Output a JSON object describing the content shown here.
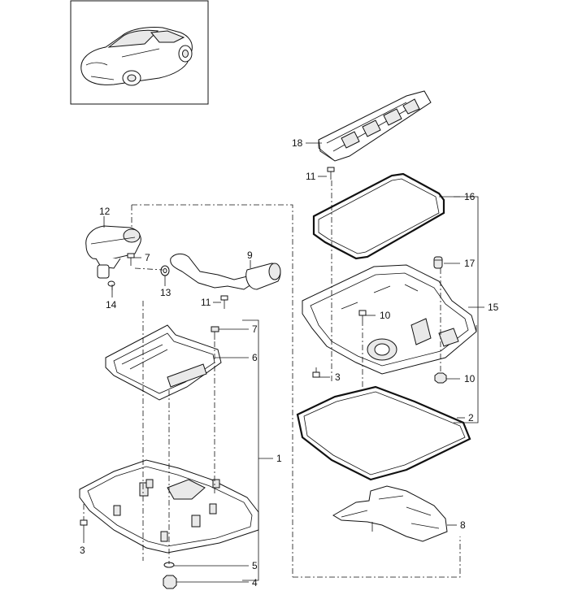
{
  "diagram": {
    "callouts": [
      {
        "id": "c1",
        "text": "1"
      },
      {
        "id": "c2",
        "text": "2"
      },
      {
        "id": "c3a",
        "text": "3"
      },
      {
        "id": "c3b",
        "text": "3"
      },
      {
        "id": "c4",
        "text": "4"
      },
      {
        "id": "c5",
        "text": "5"
      },
      {
        "id": "c6",
        "text": "6"
      },
      {
        "id": "c7a",
        "text": "7"
      },
      {
        "id": "c7b",
        "text": "7"
      },
      {
        "id": "c8",
        "text": "8"
      },
      {
        "id": "c9",
        "text": "9"
      },
      {
        "id": "c10a",
        "text": "10"
      },
      {
        "id": "c10b",
        "text": "10"
      },
      {
        "id": "c11a",
        "text": "11"
      },
      {
        "id": "c11b",
        "text": "11"
      },
      {
        "id": "c12",
        "text": "12"
      },
      {
        "id": "c13",
        "text": "13"
      },
      {
        "id": "c14",
        "text": "14"
      },
      {
        "id": "c15",
        "text": "15"
      },
      {
        "id": "c16",
        "text": "16"
      },
      {
        "id": "c17",
        "text": "17"
      },
      {
        "id": "c18",
        "text": "18"
      }
    ]
  }
}
